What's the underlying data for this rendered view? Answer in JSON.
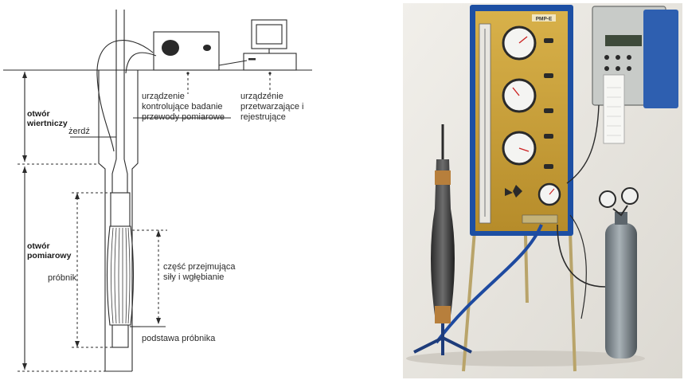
{
  "diagram": {
    "labels": {
      "control_device": [
        "urządzenie",
        "kontrolujące badanie",
        "przewody pomiarowe"
      ],
      "processing_device": [
        "urządzenie",
        "przetwarzające i",
        "rejestrujące"
      ],
      "borehole": [
        "otwór",
        "wiertniczy"
      ],
      "rod": "żerdź",
      "measuring_hole": [
        "otwór",
        "pomiarowy"
      ],
      "probe": "próbnik",
      "expanding_part": [
        "część przejmująca",
        "siły i wgłębianie"
      ],
      "probe_base": "podstawa próbnika"
    }
  },
  "photo": {
    "panel_badge": "PMP-E",
    "colors": {
      "panel": "#c9a23a",
      "frame": "#1d4fa3",
      "cylinder": "#808a90",
      "background": "#e9e7e2"
    }
  }
}
